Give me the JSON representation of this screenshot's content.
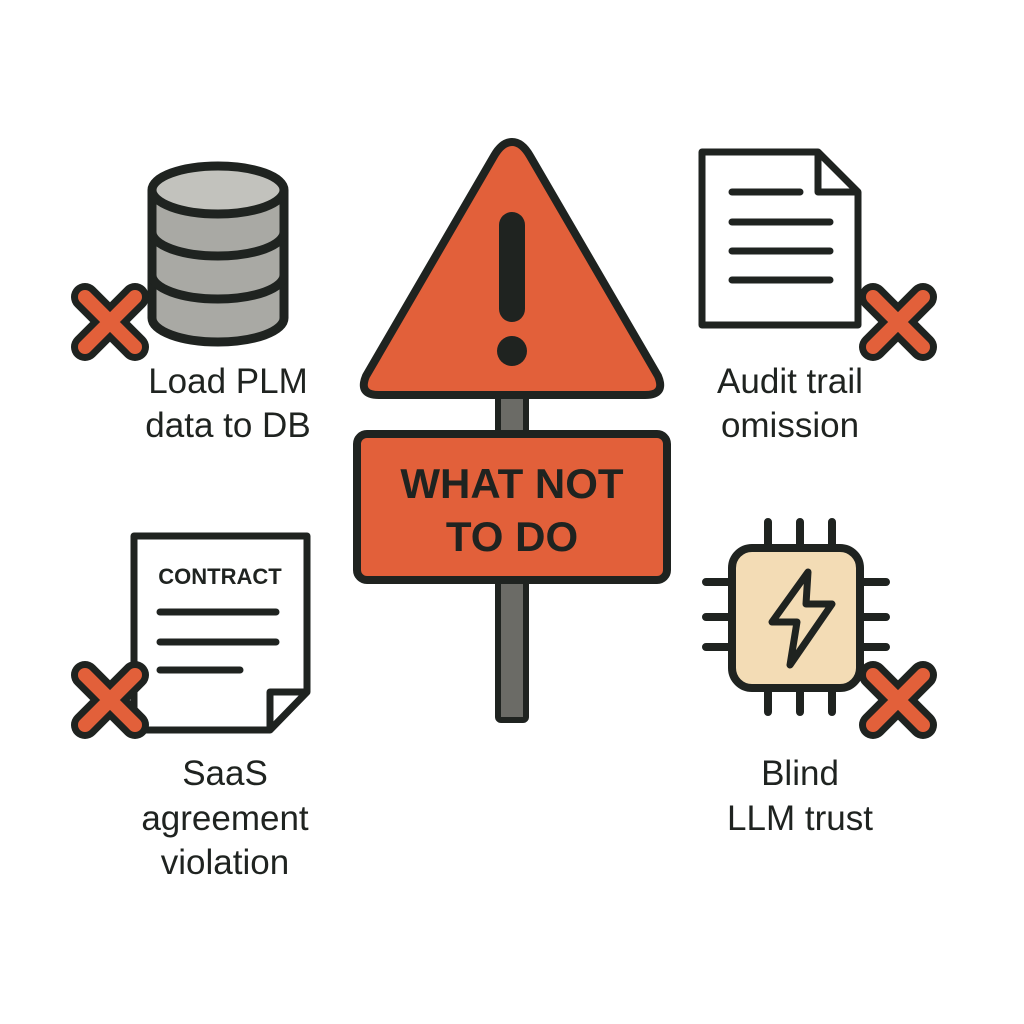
{
  "sign": {
    "line1": "WHAT NOT",
    "line2": "TO DO"
  },
  "items": [
    {
      "icon": "database-icon",
      "lines": [
        "Load PLM",
        "data to DB"
      ]
    },
    {
      "icon": "document-icon",
      "lines": [
        "Audit trail",
        "omission"
      ]
    },
    {
      "icon": "contract-icon",
      "title": "CONTRACT",
      "lines": [
        "SaaS",
        "agreement",
        "violation"
      ]
    },
    {
      "icon": "chip-icon",
      "lines": [
        "Blind",
        "LLM trust"
      ]
    }
  ],
  "colors": {
    "accent": "#E2603A",
    "outline": "#1f2320",
    "db_fill": "#a9a9a4",
    "chip_fill": "#f3dcb5",
    "post": "#6b6b66"
  }
}
